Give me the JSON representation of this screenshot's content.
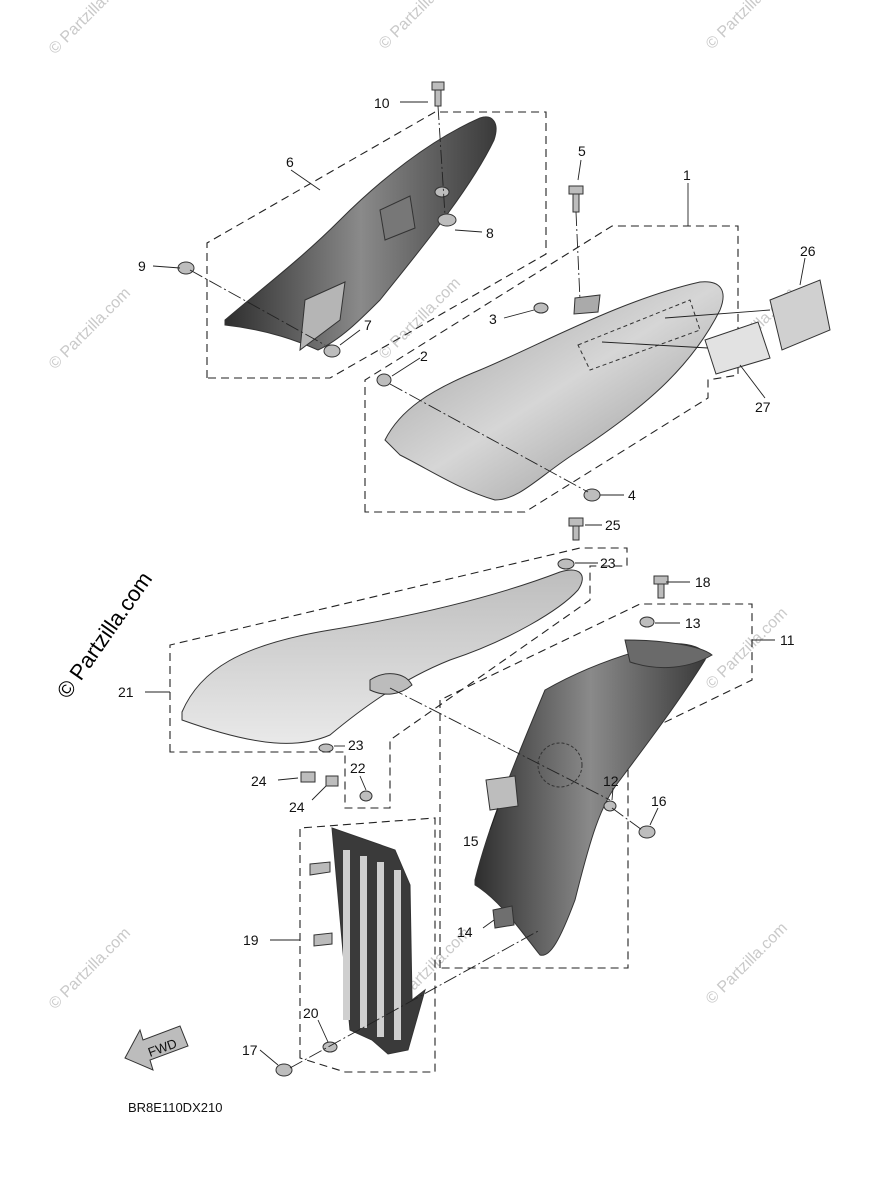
{
  "watermark_small": "© Partzilla.com",
  "watermark_big": "© Partzilla.com",
  "diagram_code": "BR8E110DX210",
  "fwd_label": "FWD",
  "callouts": {
    "c1": "1",
    "c2": "2",
    "c3": "3",
    "c4": "4",
    "c5": "5",
    "c6": "6",
    "c7": "7",
    "c8": "8",
    "c9": "9",
    "c10": "10",
    "c11": "11",
    "c12": "12",
    "c13": "13",
    "c14": "14",
    "c15": "15",
    "c16": "16",
    "c17": "17",
    "c18": "18",
    "c19": "19",
    "c20": "20",
    "c21": "21",
    "c22": "22",
    "c23a": "23",
    "c23b": "23",
    "c24a": "24",
    "c24b": "24",
    "c25": "25",
    "c26": "26",
    "c27": "27"
  }
}
